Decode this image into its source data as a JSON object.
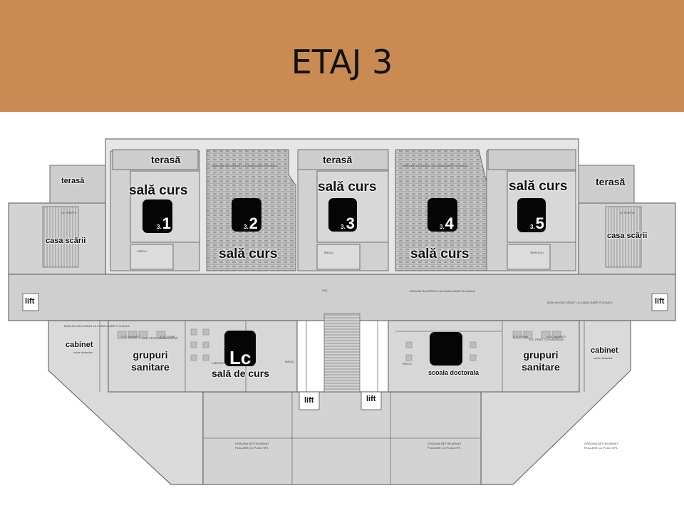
{
  "header": {
    "title": "ETAJ 3"
  },
  "rooms": {
    "terasa_1": "terasă",
    "terasa_2": "terasă",
    "terasa_left": "terasă",
    "terasa_right": "terasă",
    "casa_scarii_left": "casa scării",
    "casa_scarii_right": "casa scării",
    "sala_curs_1": "sală curs",
    "sala_curs_2": "sală curs",
    "sala_curs_3": "sală curs",
    "sala_curs_4": "sală curs",
    "sala_curs_5": "sală curs",
    "lift_left": "lift",
    "lift_right": "lift",
    "lift_center_1": "lift",
    "lift_center_2": "lift",
    "cabinet_left": "cabinet",
    "cabinet_right": "cabinet",
    "grupuri_left_1": "grupuri",
    "grupuri_left_2": "sanitare",
    "grupuri_right_1": "grupuri",
    "grupuri_right_2": "sanitare",
    "sala_de_curs": "sală de curs",
    "scoala_doctorala": "scoala doctorala"
  },
  "room_numbers": {
    "n1": "1",
    "n2": "2",
    "n3": "3",
    "n4": "4",
    "n5": "5",
    "prefix": "3.",
    "lc": "Lc"
  },
  "annotations": {
    "hol": "HOL",
    "burlan": "BURLAN RACORDAT LA CANALIZARE PLUVIALA",
    "cadre_didactice": "cadre didactice",
    "birou": "BIROU",
    "laborator": "LABORATOR",
    "gradina": "GRADINA BETON ARMAT",
    "placare": "PLACARE CU PLACI HPL",
    "serviciu": "SERVICIU",
    "wc_barbati": "G.S. BARBATI",
    "wc_femei": "G.S. FEMEI",
    "wc_handicap": "G.S. PERS. CU HANDICAP",
    "treapta": "22 TREPTE"
  }
}
